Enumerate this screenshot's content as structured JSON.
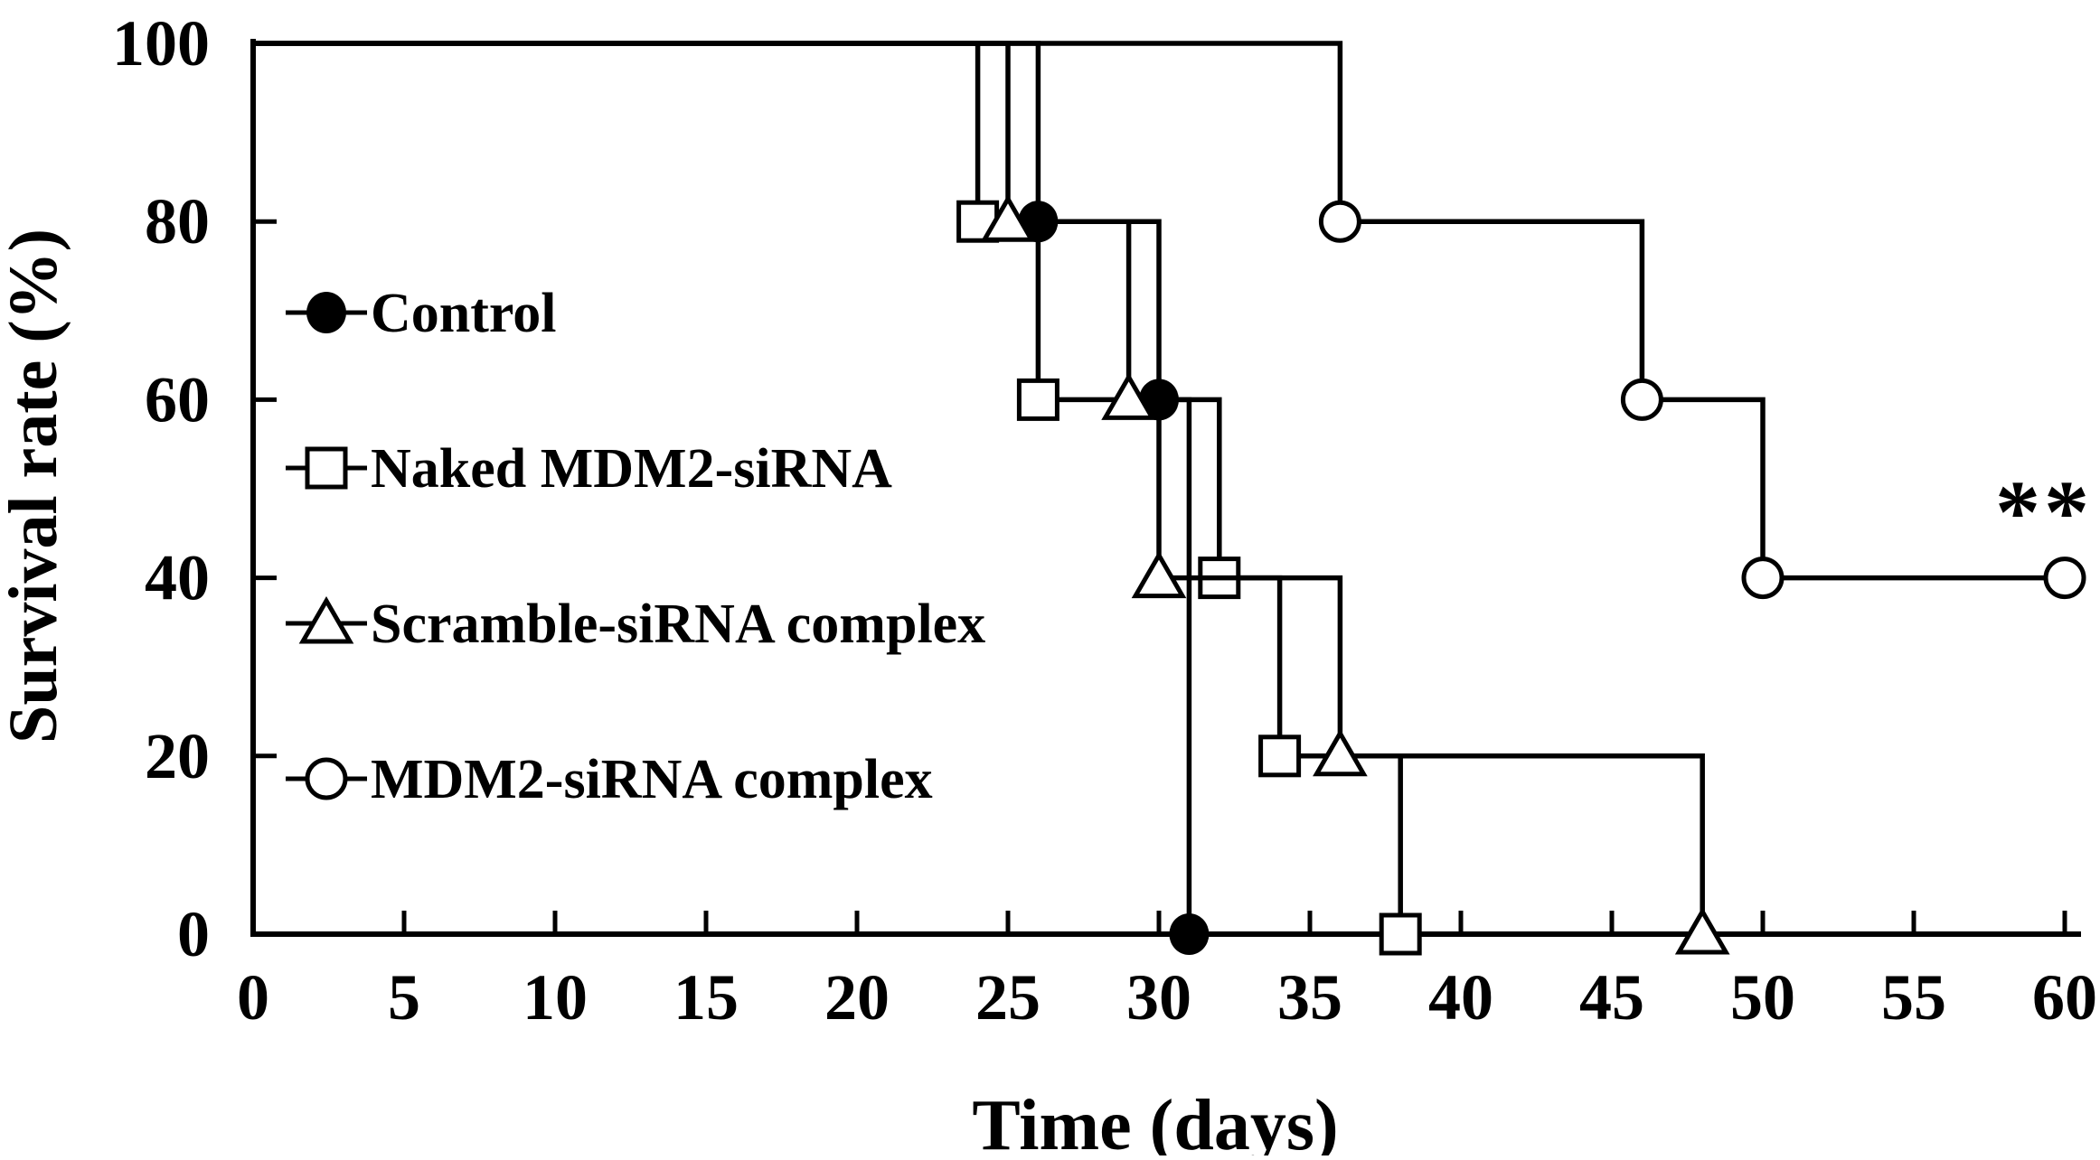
{
  "chart_data": {
    "type": "line",
    "subtype": "kaplan-meier-step-survival",
    "title": "",
    "xlabel": "Time (days)",
    "ylabel": "Survival rate (%)",
    "xlim": [
      0,
      60
    ],
    "ylim": [
      0,
      100
    ],
    "x_ticks": [
      0,
      5,
      10,
      15,
      20,
      25,
      30,
      35,
      40,
      45,
      50,
      55,
      60
    ],
    "y_ticks": [
      0,
      20,
      40,
      60,
      80,
      100
    ],
    "grid": false,
    "legend_position": "inside-upper-left",
    "annotation": {
      "text": "**",
      "x": 59.3,
      "y": 49
    },
    "series": [
      {
        "name": "Control",
        "marker": "filled-circle",
        "color": "#000000",
        "steps": [
          [
            0,
            100
          ],
          [
            26,
            80
          ],
          [
            30,
            60
          ],
          [
            31,
            0
          ]
        ],
        "marker_points": [
          [
            26,
            80
          ],
          [
            30,
            60
          ],
          [
            31,
            0
          ]
        ]
      },
      {
        "name": "Naked MDM2-siRNA",
        "marker": "open-square",
        "color": "#000000",
        "steps": [
          [
            0,
            100
          ],
          [
            24,
            80
          ],
          [
            26,
            60
          ],
          [
            32,
            40
          ],
          [
            34,
            20
          ],
          [
            38,
            0
          ]
        ],
        "marker_points": [
          [
            24,
            80
          ],
          [
            26,
            60
          ],
          [
            32,
            40
          ],
          [
            34,
            20
          ],
          [
            38,
            0
          ]
        ]
      },
      {
        "name": "Scramble-siRNA complex",
        "marker": "open-triangle",
        "color": "#000000",
        "steps": [
          [
            0,
            100
          ],
          [
            25,
            80
          ],
          [
            29,
            60
          ],
          [
            30,
            40
          ],
          [
            36,
            20
          ],
          [
            48,
            0
          ]
        ],
        "marker_points": [
          [
            25,
            80
          ],
          [
            29,
            60
          ],
          [
            30,
            40
          ],
          [
            36,
            20
          ],
          [
            48,
            0
          ]
        ]
      },
      {
        "name": "MDM2-siRNA complex",
        "marker": "open-circle",
        "color": "#000000",
        "steps": [
          [
            0,
            100
          ],
          [
            36,
            80
          ],
          [
            46,
            60
          ],
          [
            50,
            40
          ],
          [
            60,
            40
          ]
        ],
        "marker_points": [
          [
            36,
            80
          ],
          [
            46,
            60
          ],
          [
            50,
            40
          ],
          [
            60,
            40
          ]
        ]
      }
    ]
  },
  "colors": {
    "line": "#000000",
    "background": "#ffffff",
    "marker_fill_open": "#ffffff"
  }
}
